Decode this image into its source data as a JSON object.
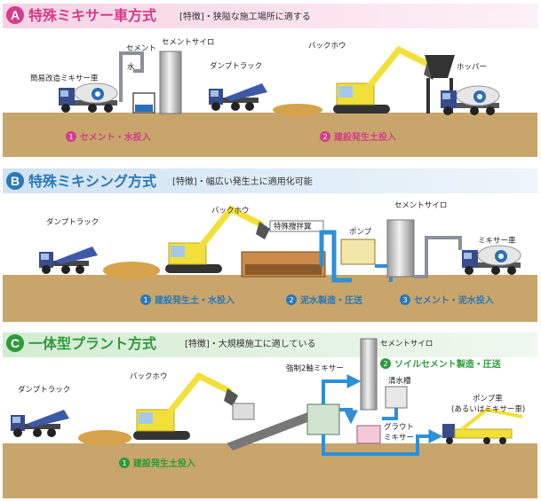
{
  "sections": [
    {
      "letter": "A",
      "title": "特殊ミキサー車方式",
      "note": "[特徴]・狭隘な施工場所に適する",
      "labels": {
        "mixer_truck": "簡易改造ミキサー車",
        "cement": "セメント",
        "water": "水",
        "cement_silo": "セメントサイロ",
        "dump_truck": "ダンプトラック",
        "backhoe": "バックホウ",
        "hopper": "ホッパー"
      },
      "steps": [
        {
          "num": "1",
          "text": "セメント・水投入"
        },
        {
          "num": "2",
          "text": "建設発生土投入"
        }
      ]
    },
    {
      "letter": "B",
      "title": "特殊ミキシング方式",
      "note": "[特徴]・幅広い発生土に適用化可能",
      "labels": {
        "dump_truck": "ダンプトラック",
        "backhoe": "バックホウ",
        "special_mixer": "特殊攪拌翼",
        "pump": "ポンプ",
        "cement_silo": "セメントサイロ",
        "mixer_truck": "ミキサー車"
      },
      "steps": [
        {
          "num": "1",
          "text": "建設発生土・水投入"
        },
        {
          "num": "2",
          "text": "泥水製造・圧送"
        },
        {
          "num": "3",
          "text": "セメント・泥水投入"
        }
      ]
    },
    {
      "letter": "C",
      "title": "一体型プラント方式",
      "note": "[特徴]・大規模施工に適している",
      "labels": {
        "dump_truck": "ダンプトラック",
        "backhoe": "バックホウ",
        "cement_silo": "セメントサイロ",
        "twin_mixer": "強制2軸ミキサー",
        "water_tank": "清水槽",
        "grout_mixer_1": "グラウト",
        "grout_mixer_2": "ミキサー",
        "pump_truck_1": "ポンプ車",
        "pump_truck_2": "(あるいはミキサー車)"
      },
      "steps": [
        {
          "num": "1",
          "text": "建設発生土投入"
        },
        {
          "num": "2",
          "text": "ソイルセメント製造・圧送"
        }
      ]
    }
  ],
  "colors": {
    "a_accent": "#d63c8c",
    "a_band": "#f6d3e4",
    "b_accent": "#2b78b8",
    "b_band": "#cfe3f3",
    "c_accent": "#2e9a3a",
    "c_band": "#d4ecd3",
    "ground": "#c8a56a",
    "machine_yellow": "#f2e03a",
    "flow_blue": "#2d8fd8"
  },
  "icons": [
    "dump-truck-icon",
    "backhoe-icon",
    "mixer-truck-icon",
    "cement-silo-icon",
    "hopper-icon",
    "pump-icon",
    "mixing-tank-icon",
    "conveyor-icon",
    "pump-truck-icon"
  ]
}
